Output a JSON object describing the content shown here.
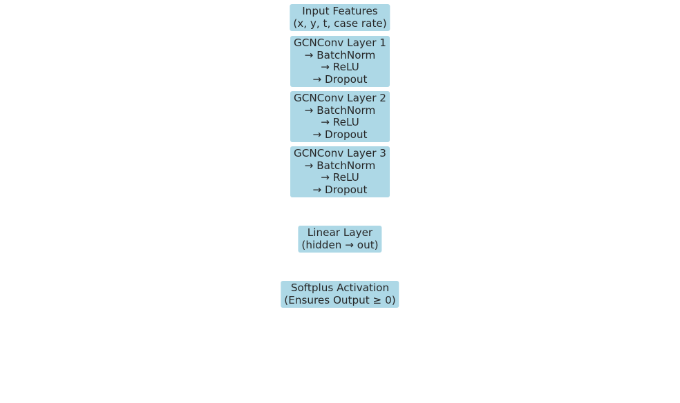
{
  "diagram": {
    "nodes": [
      {
        "id": "input",
        "lines": [
          "Input Features",
          "(x, y, t, case rate)"
        ]
      },
      {
        "id": "gcn1",
        "lines": [
          "GCNConv Layer 1",
          "→ BatchNorm",
          "→ ReLU",
          "→ Dropout"
        ]
      },
      {
        "id": "gcn2",
        "lines": [
          "GCNConv Layer 2",
          "→ BatchNorm",
          "→ ReLU",
          "→ Dropout"
        ]
      },
      {
        "id": "gcn3",
        "lines": [
          "GCNConv Layer 3",
          "→ BatchNorm",
          "→ ReLU",
          "→ Dropout"
        ]
      },
      {
        "id": "linear",
        "lines": [
          "Linear Layer",
          "(hidden → out)"
        ]
      },
      {
        "id": "softplus",
        "lines": [
          "Softplus Activation",
          "(Ensures Output ≥ 0)"
        ]
      }
    ],
    "colors": {
      "box_fill": "#add8e6",
      "text": "#262626",
      "background": "#ffffff"
    }
  }
}
